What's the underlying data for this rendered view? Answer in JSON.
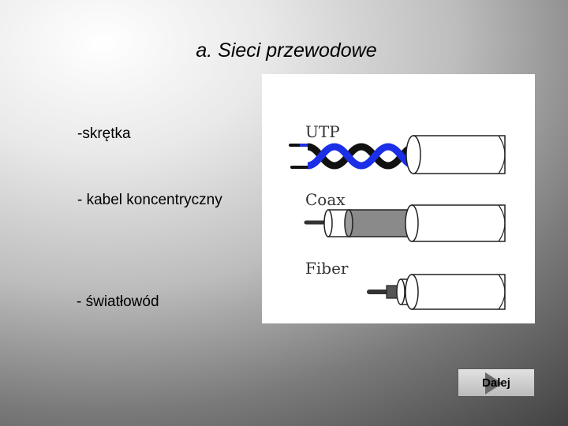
{
  "slide": {
    "title": "a. Sieci przewodowe",
    "bullets": [
      "-skrętka",
      " - kabel koncentryczny",
      "- światłowód"
    ]
  },
  "figure": {
    "labels": [
      "UTP",
      "Coax",
      "Fiber"
    ],
    "colors": {
      "twisted_blue": "#1a2fe6",
      "twisted_black": "#111111",
      "coax_shield": "#8a8a8a"
    }
  },
  "navigation": {
    "next_label": "Dalej"
  }
}
